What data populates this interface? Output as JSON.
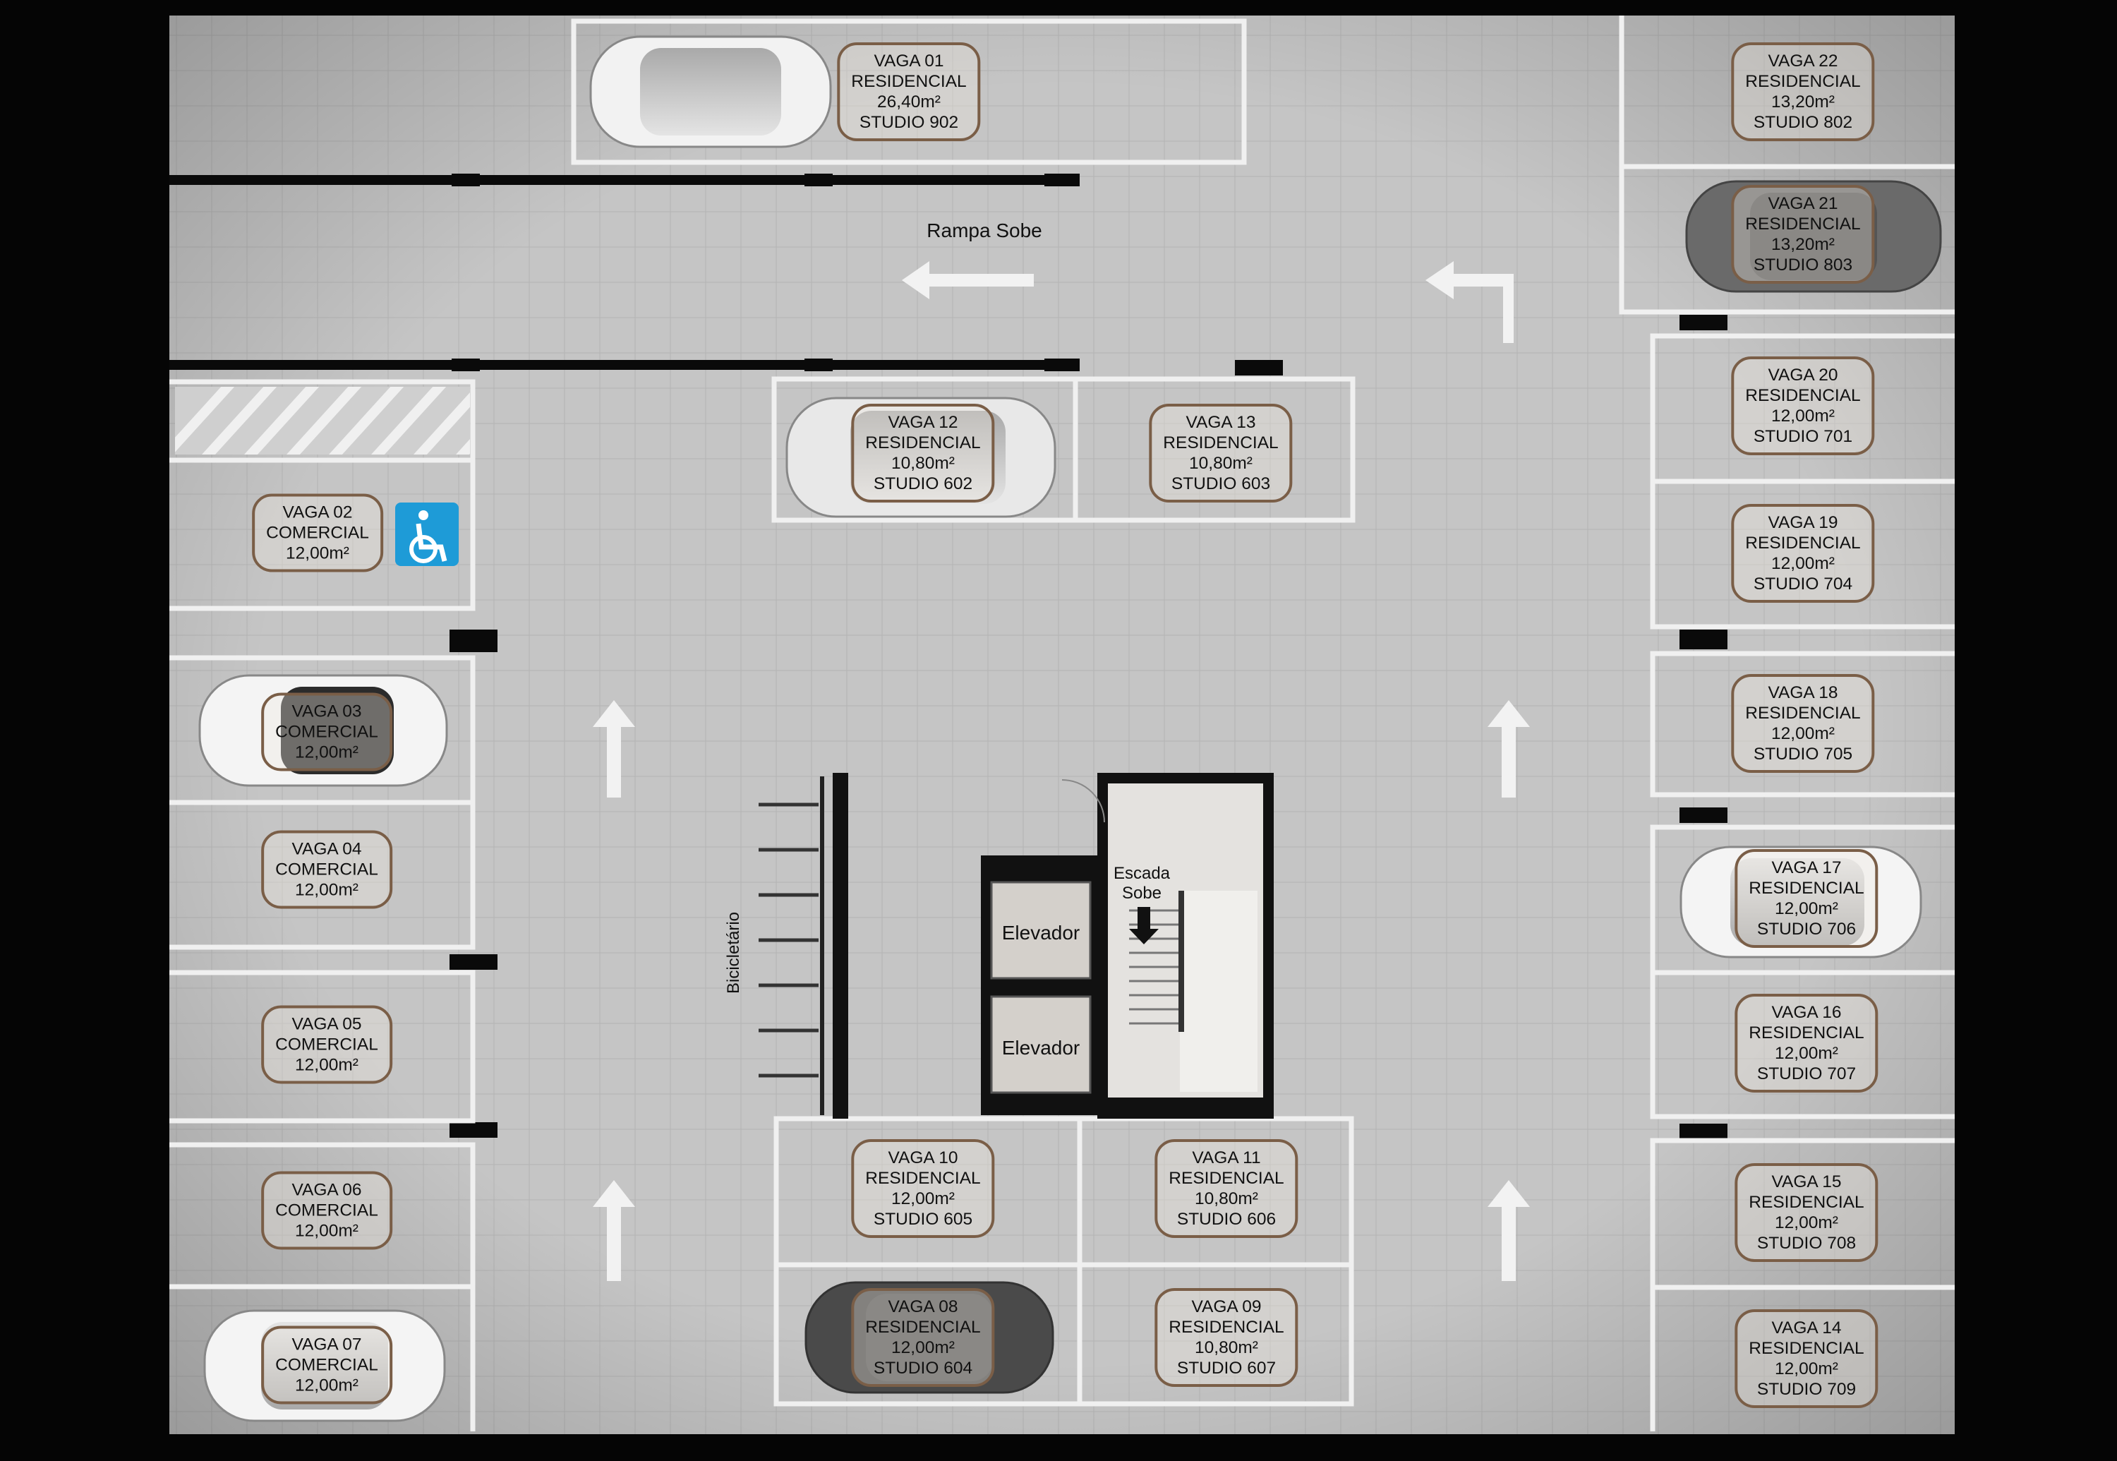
{
  "ramp_label": "Rampa Sobe",
  "stair_label": [
    "Escada",
    "Sobe"
  ],
  "elevators": [
    "Elevador",
    "Elevador"
  ],
  "bike_label": "Bicicletário",
  "accessible_icon": "wheelchair-icon",
  "colors": {
    "background": "#000000",
    "floor": "#c5c5c5",
    "lines": "#f2f2f2",
    "label_border": "#7a5e47",
    "accessible": "#1e9bd7"
  },
  "spots": [
    {
      "id": "01",
      "lines": [
        "VAGA 01",
        "RESIDENCIAL",
        "26,40m²",
        "STUDIO 902"
      ]
    },
    {
      "id": "02",
      "lines": [
        "VAGA 02",
        "COMERCIAL",
        "12,00m²"
      ]
    },
    {
      "id": "03",
      "lines": [
        "VAGA 03",
        "COMERCIAL",
        "12,00m²"
      ]
    },
    {
      "id": "04",
      "lines": [
        "VAGA 04",
        "COMERCIAL",
        "12,00m²"
      ]
    },
    {
      "id": "05",
      "lines": [
        "VAGA 05",
        "COMERCIAL",
        "12,00m²"
      ]
    },
    {
      "id": "06",
      "lines": [
        "VAGA 06",
        "COMERCIAL",
        "12,00m²"
      ]
    },
    {
      "id": "07",
      "lines": [
        "VAGA 07",
        "COMERCIAL",
        "12,00m²"
      ]
    },
    {
      "id": "08",
      "lines": [
        "VAGA 08",
        "RESIDENCIAL",
        "12,00m²",
        "STUDIO 604"
      ]
    },
    {
      "id": "09",
      "lines": [
        "VAGA 09",
        "RESIDENCIAL",
        "10,80m²",
        "STUDIO 607"
      ]
    },
    {
      "id": "10",
      "lines": [
        "VAGA 10",
        "RESIDENCIAL",
        "12,00m²",
        "STUDIO 605"
      ]
    },
    {
      "id": "11",
      "lines": [
        "VAGA 11",
        "RESIDENCIAL",
        "10,80m²",
        "STUDIO 606"
      ]
    },
    {
      "id": "12",
      "lines": [
        "VAGA 12",
        "RESIDENCIAL",
        "10,80m²",
        "STUDIO 602"
      ]
    },
    {
      "id": "13",
      "lines": [
        "VAGA 13",
        "RESIDENCIAL",
        "10,80m²",
        "STUDIO 603"
      ]
    },
    {
      "id": "14",
      "lines": [
        "VAGA 14",
        "RESIDENCIAL",
        "12,00m²",
        "STUDIO 709"
      ]
    },
    {
      "id": "15",
      "lines": [
        "VAGA 15",
        "RESIDENCIAL",
        "12,00m²",
        "STUDIO 708"
      ]
    },
    {
      "id": "16",
      "lines": [
        "VAGA 16",
        "RESIDENCIAL",
        "12,00m²",
        "STUDIO 707"
      ]
    },
    {
      "id": "17",
      "lines": [
        "VAGA 17",
        "RESIDENCIAL",
        "12,00m²",
        "STUDIO 706"
      ]
    },
    {
      "id": "18",
      "lines": [
        "VAGA 18",
        "RESIDENCIAL",
        "12,00m²",
        "STUDIO 705"
      ]
    },
    {
      "id": "19",
      "lines": [
        "VAGA 19",
        "RESIDENCIAL",
        "12,00m²",
        "STUDIO 704"
      ]
    },
    {
      "id": "20",
      "lines": [
        "VAGA 20",
        "RESIDENCIAL",
        "12,00m²",
        "STUDIO 701"
      ]
    },
    {
      "id": "21",
      "lines": [
        "VAGA 21",
        "RESIDENCIAL",
        "13,20m²",
        "STUDIO 803"
      ]
    },
    {
      "id": "22",
      "lines": [
        "VAGA 22",
        "RESIDENCIAL",
        "13,20m²",
        "STUDIO 802"
      ]
    }
  ]
}
